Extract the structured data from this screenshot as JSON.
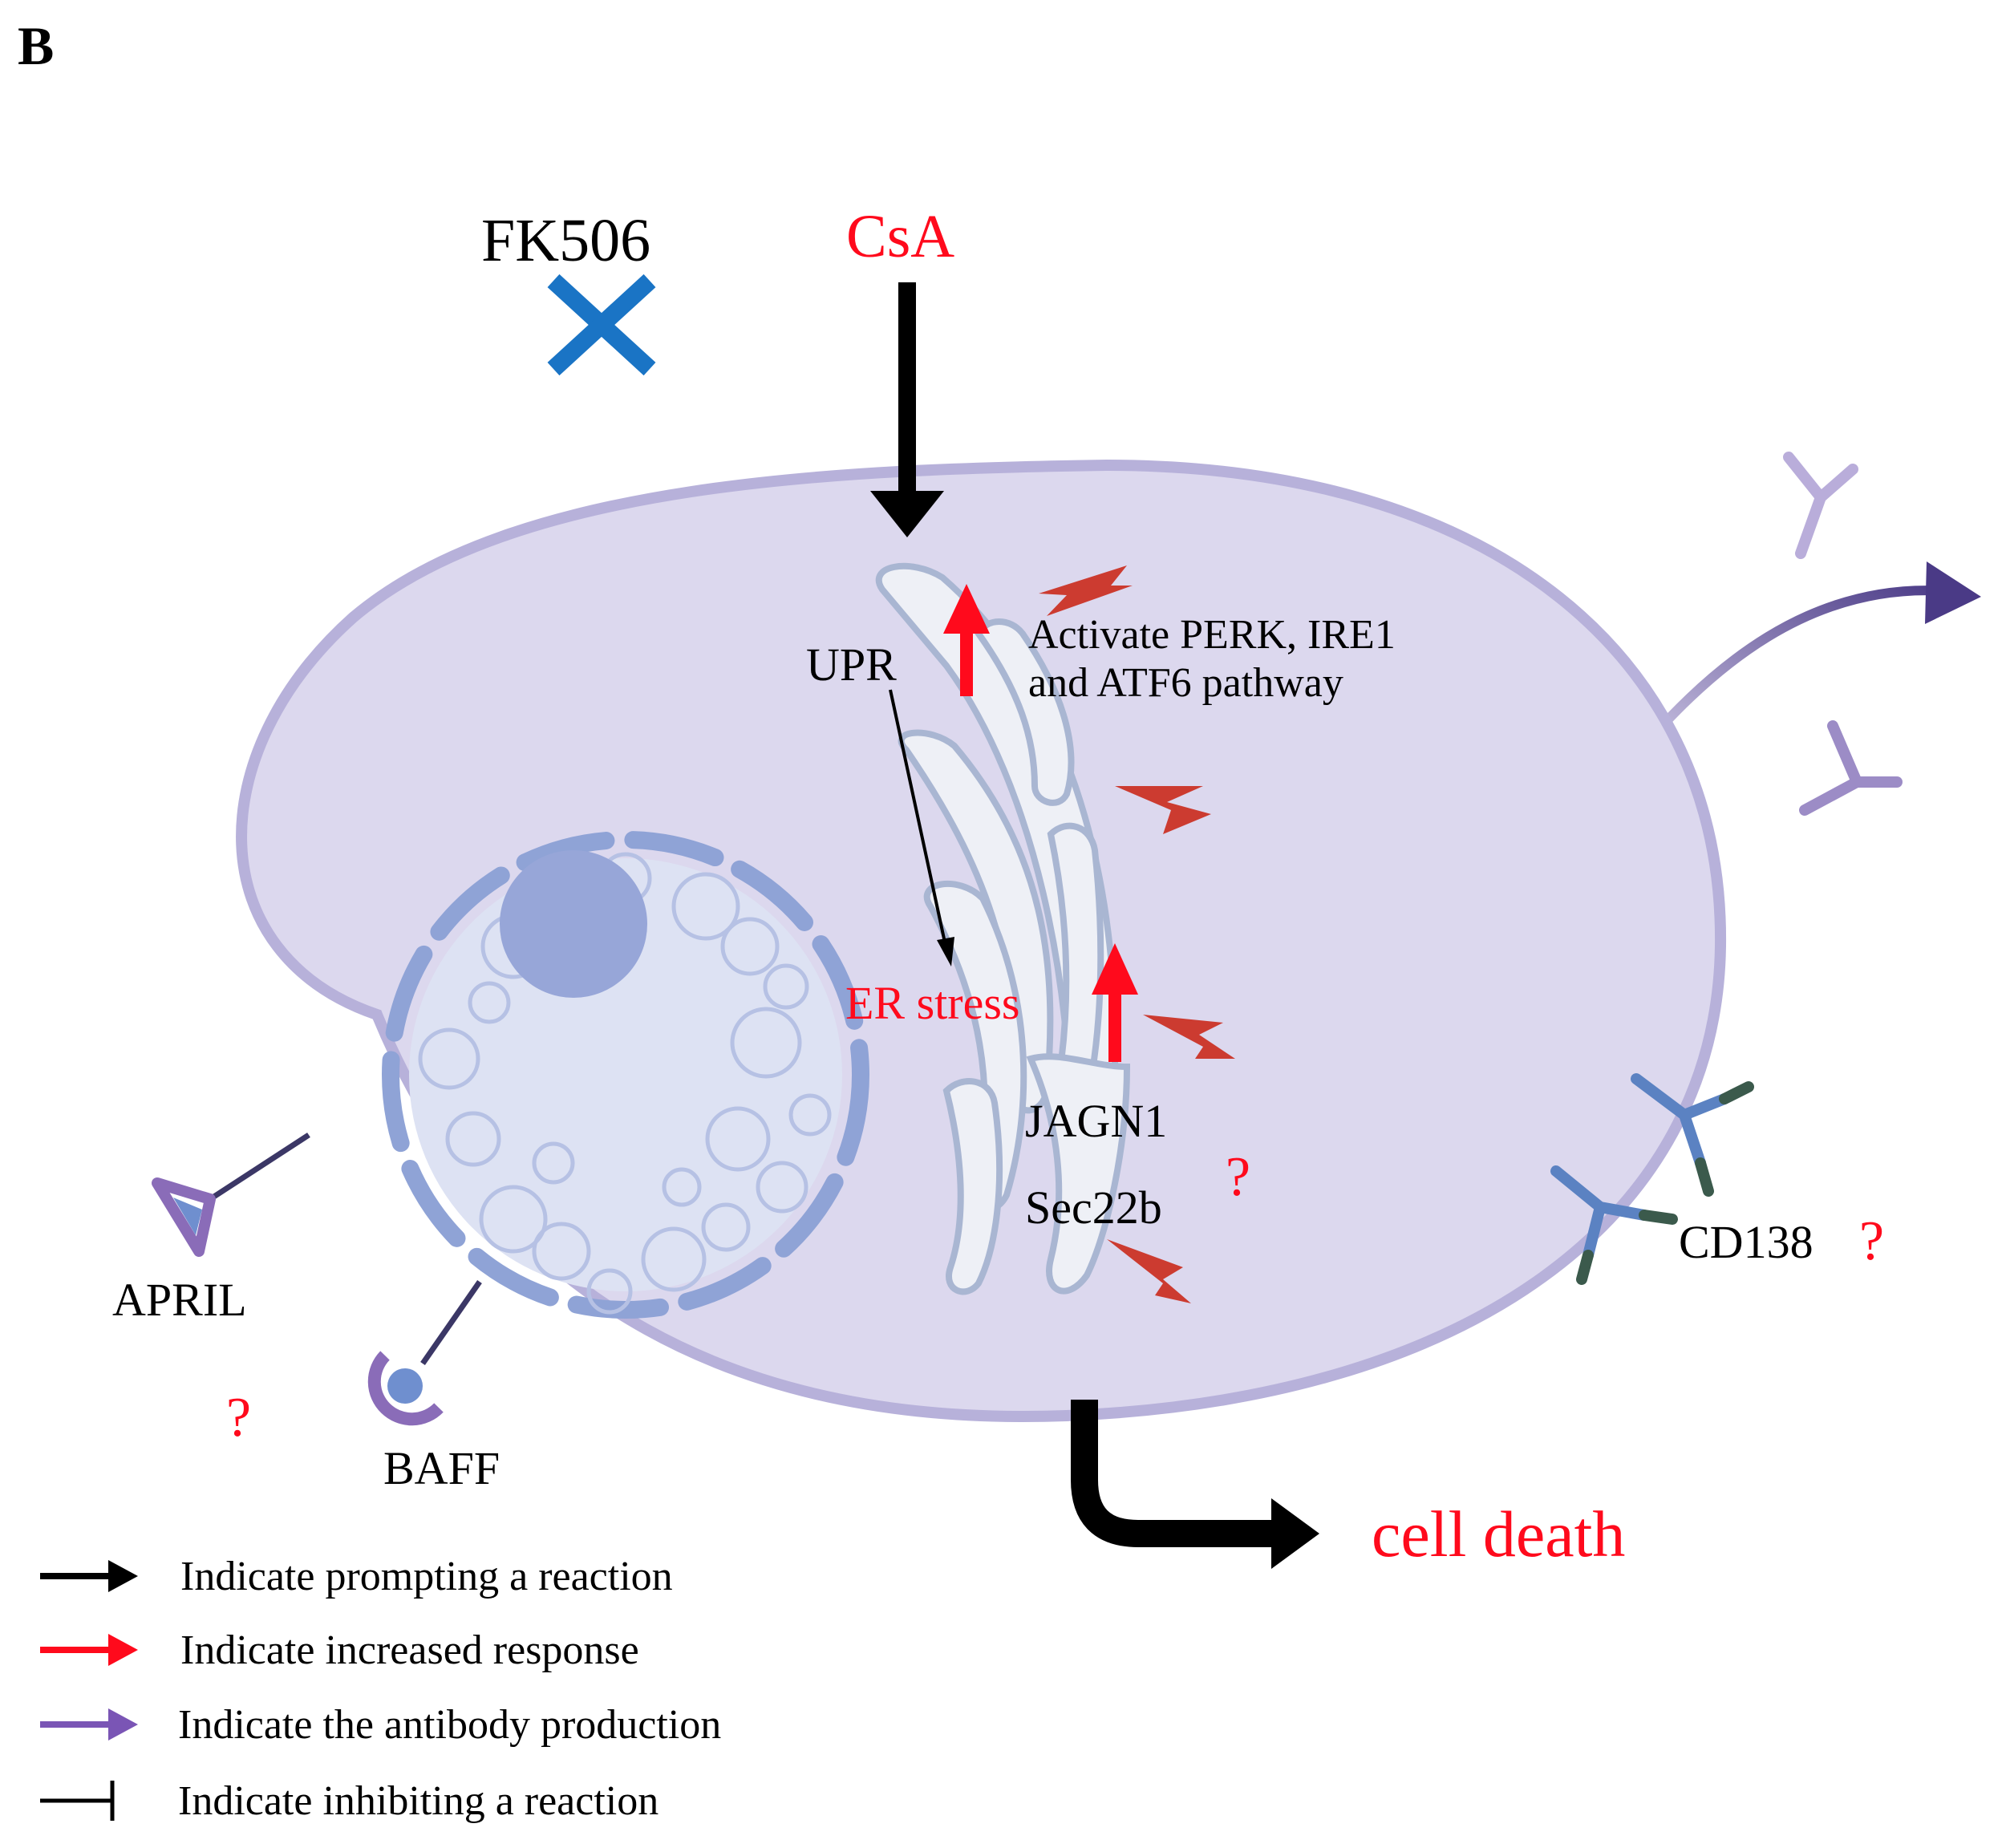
{
  "panel_letter": "B",
  "drugs": {
    "fk506": "FK506",
    "csa": "CsA"
  },
  "cell": {
    "upr": "UPR",
    "er_stress": "ER stress",
    "activate_line1": "Activate PERK, IRE1",
    "activate_line2": "and ATF6 pathway",
    "jagn1": "JAGN1",
    "sec22b": "Sec22b",
    "q_inner": "?"
  },
  "receptors": {
    "april": "APRIL",
    "baff": "BAFF",
    "cd138": "CD138",
    "q_april": "?",
    "q_cd138": "?"
  },
  "outcome": {
    "cell_death": "cell death"
  },
  "legend": [
    {
      "label": "Indicate prompting a reaction",
      "kind": "black-arrow"
    },
    {
      "label": "Indicate increased response",
      "kind": "red-arrow"
    },
    {
      "label": "Indicate the antibody production",
      "kind": "purple-arrow"
    },
    {
      "label": "Indicate inhibiting a reaction",
      "kind": "inhibit"
    }
  ],
  "colors": {
    "cell_fill": "#dcd8ee",
    "cell_stroke": "#b7b1da",
    "nucleus_fill": "#dde2f3",
    "nucleus_ring": "#8fa3d6",
    "nucleolus": "#97a6d8",
    "er_fill": "#eef0f6",
    "er_stroke": "#a9b6d2",
    "red": "#ff0a1c",
    "bolt": "#cc3b30",
    "blue_x": "#1a74c5",
    "purple": "#5a4694",
    "antibody_purple": "#9c8cc6",
    "cd138_blue": "#5b82c2",
    "cd138_green": "#3b5a4c"
  }
}
